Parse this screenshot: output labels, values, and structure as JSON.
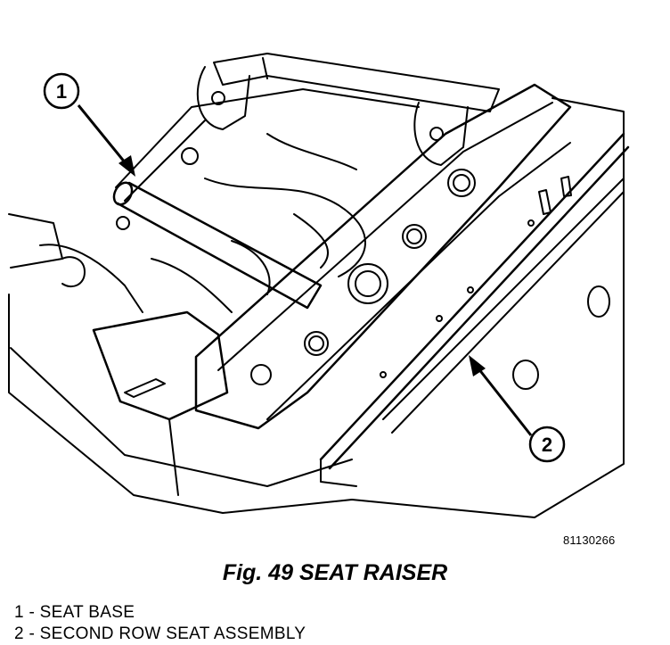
{
  "figure": {
    "image_id_text": "81130266",
    "caption": "Fig. 49 SEAT RAISER",
    "callouts": [
      {
        "number": "1"
      },
      {
        "number": "2"
      }
    ]
  },
  "legend": {
    "items": [
      "1 - SEAT BASE",
      "2 - SECOND ROW SEAT ASSEMBLY"
    ]
  }
}
